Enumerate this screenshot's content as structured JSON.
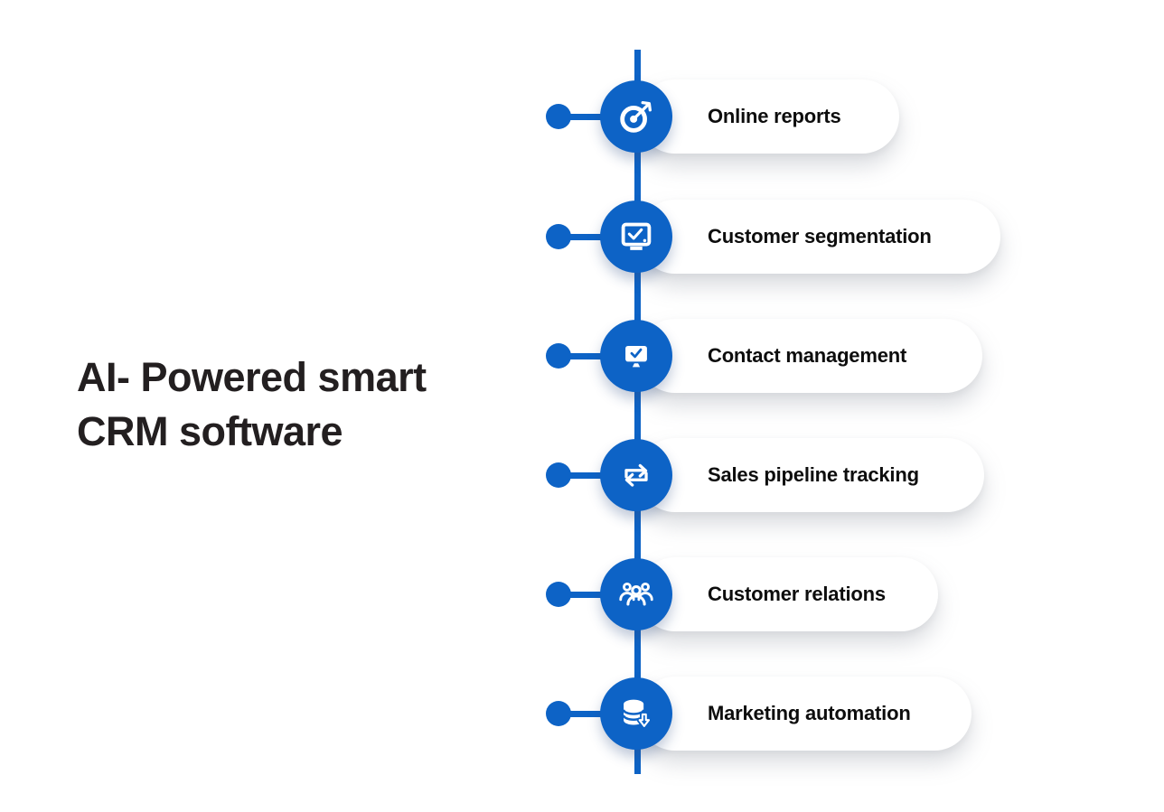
{
  "title": {
    "line1": "AI- Powered smart",
    "line2": "CRM software"
  },
  "timeline": {
    "items": [
      {
        "label": "Online reports",
        "icon": "target-arrow-icon"
      },
      {
        "label": "Customer segmentation",
        "icon": "monitor-check-outline-icon"
      },
      {
        "label": "Contact management",
        "icon": "monitor-check-filled-icon"
      },
      {
        "label": "Sales pipeline tracking",
        "icon": "transfer-arrows-icon"
      },
      {
        "label": "Customer relations",
        "icon": "people-group-icon"
      },
      {
        "label": "Marketing automation",
        "icon": "database-download-icon"
      }
    ]
  },
  "colors": {
    "accent_blue": "#0d63c6",
    "title_text": "#231f20",
    "label_text": "#0d0d0d",
    "pill_background": "#ffffff",
    "page_background": "#ffffff"
  }
}
